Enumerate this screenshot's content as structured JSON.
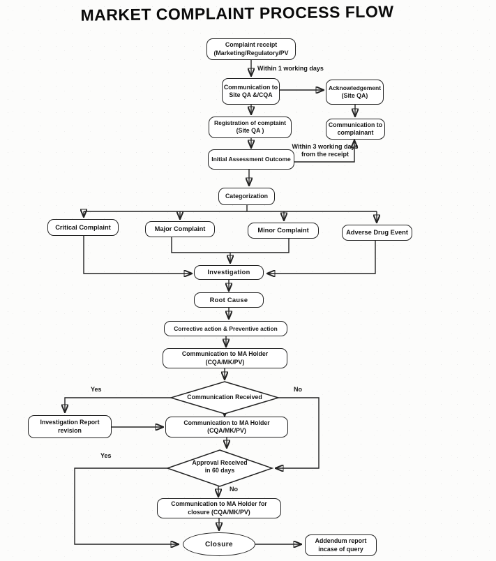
{
  "title": "MARKET COMPLAINT PROCESS FLOW",
  "colors": {
    "line": "#222222",
    "background": "#fcfcfb",
    "text": "#161616"
  },
  "nodes": {
    "complaint_receipt": {
      "line1": "Complaint receipt",
      "line2": "(Marketing/Regulatory/PV"
    },
    "comm_site_qa": {
      "line1": "Communication to",
      "line2": "Site QA &/CQA"
    },
    "acknowledgement": {
      "line1": "Acknowledgement",
      "line2": "(Site QA)"
    },
    "registration": {
      "line1": "Registration of comptaint",
      "line2": "(Site QA )"
    },
    "comm_complainant": {
      "line1": "Communication to",
      "line2": "complainant"
    },
    "initial_assessment": {
      "label": "Initial Assessment Outcome"
    },
    "categorization": {
      "label": "Categorization"
    },
    "critical": {
      "label": "Critical Complaint"
    },
    "major": {
      "label": "Major Complaint"
    },
    "minor": {
      "label": "Minor Complaint"
    },
    "adverse": {
      "label": "Adverse Drug Event"
    },
    "investigation": {
      "label": "Investigation"
    },
    "root_cause": {
      "label": "Root Cause"
    },
    "capa": {
      "label": "Corrective action & Preventive action"
    },
    "comm_ma_1": {
      "line1": "Communication to MA Holder",
      "line2": "(CQA/MK/PV)"
    },
    "decision_comm_received": {
      "label": "Communication Received"
    },
    "inv_report": {
      "line1": "Investigation Report",
      "line2": "revision"
    },
    "comm_ma_2": {
      "line1": "Communication to MA Holder",
      "line2": "(CQA/MK/PV)"
    },
    "decision_approval": {
      "line1": "Approval Received",
      "line2": "in 60 days"
    },
    "comm_closure": {
      "line1": "Communication to MA Holder for",
      "line2": "closure  (CQA/MK/PV)"
    },
    "closure": {
      "label": "Closure"
    },
    "addendum": {
      "line1": "Addendum report",
      "line2": "incase of query"
    }
  },
  "edge_labels": {
    "within_1": "Within 1 working days",
    "within_3_line1": "Within 3 working days",
    "within_3_line2": "from the receipt",
    "yes_1": "Yes",
    "no_1": "No",
    "yes_2": "Yes",
    "no_2": "No"
  }
}
